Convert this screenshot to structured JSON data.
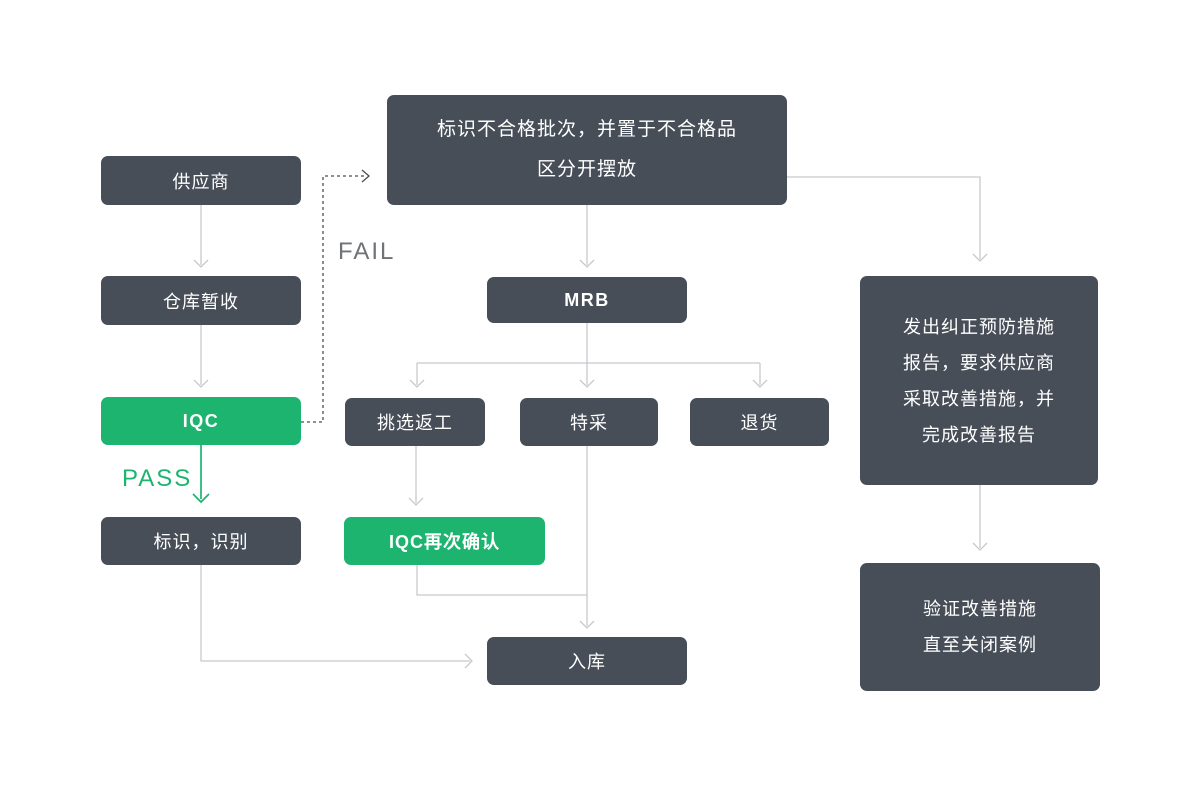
{
  "diagram": {
    "background": "#ffffff",
    "colors": {
      "node_dark": "#474e58",
      "node_green": "#1db470",
      "node_text": "#ffffff",
      "connector": "#c5c9cd",
      "dashed_connector": "#4a4e54",
      "fail_label": "#6f7377",
      "pass_label": "#1db470"
    },
    "nodes": {
      "supplier": {
        "label": "供应商"
      },
      "warehouse": {
        "label": "仓库暂收"
      },
      "iqc": {
        "label": "IQC"
      },
      "mark": {
        "label": "标识，识别"
      },
      "nonconforming": {
        "label": "标识不合格批次，并置于不合格品\n区分开摆放"
      },
      "mrb": {
        "label": "MRB"
      },
      "sort": {
        "label": "挑选返工"
      },
      "special": {
        "label": "特采"
      },
      "return": {
        "label": "退货"
      },
      "recheck": {
        "label": "IQC再次确认"
      },
      "instock": {
        "label": "入库"
      },
      "capa": {
        "label": "发出纠正预防措施\n报告，要求供应商\n采取改善措施，并\n完成改善报告"
      },
      "verify": {
        "label": "验证改善措施\n直至关闭案例"
      }
    },
    "edge_labels": {
      "fail": "FAIL",
      "pass": "PASS"
    }
  }
}
